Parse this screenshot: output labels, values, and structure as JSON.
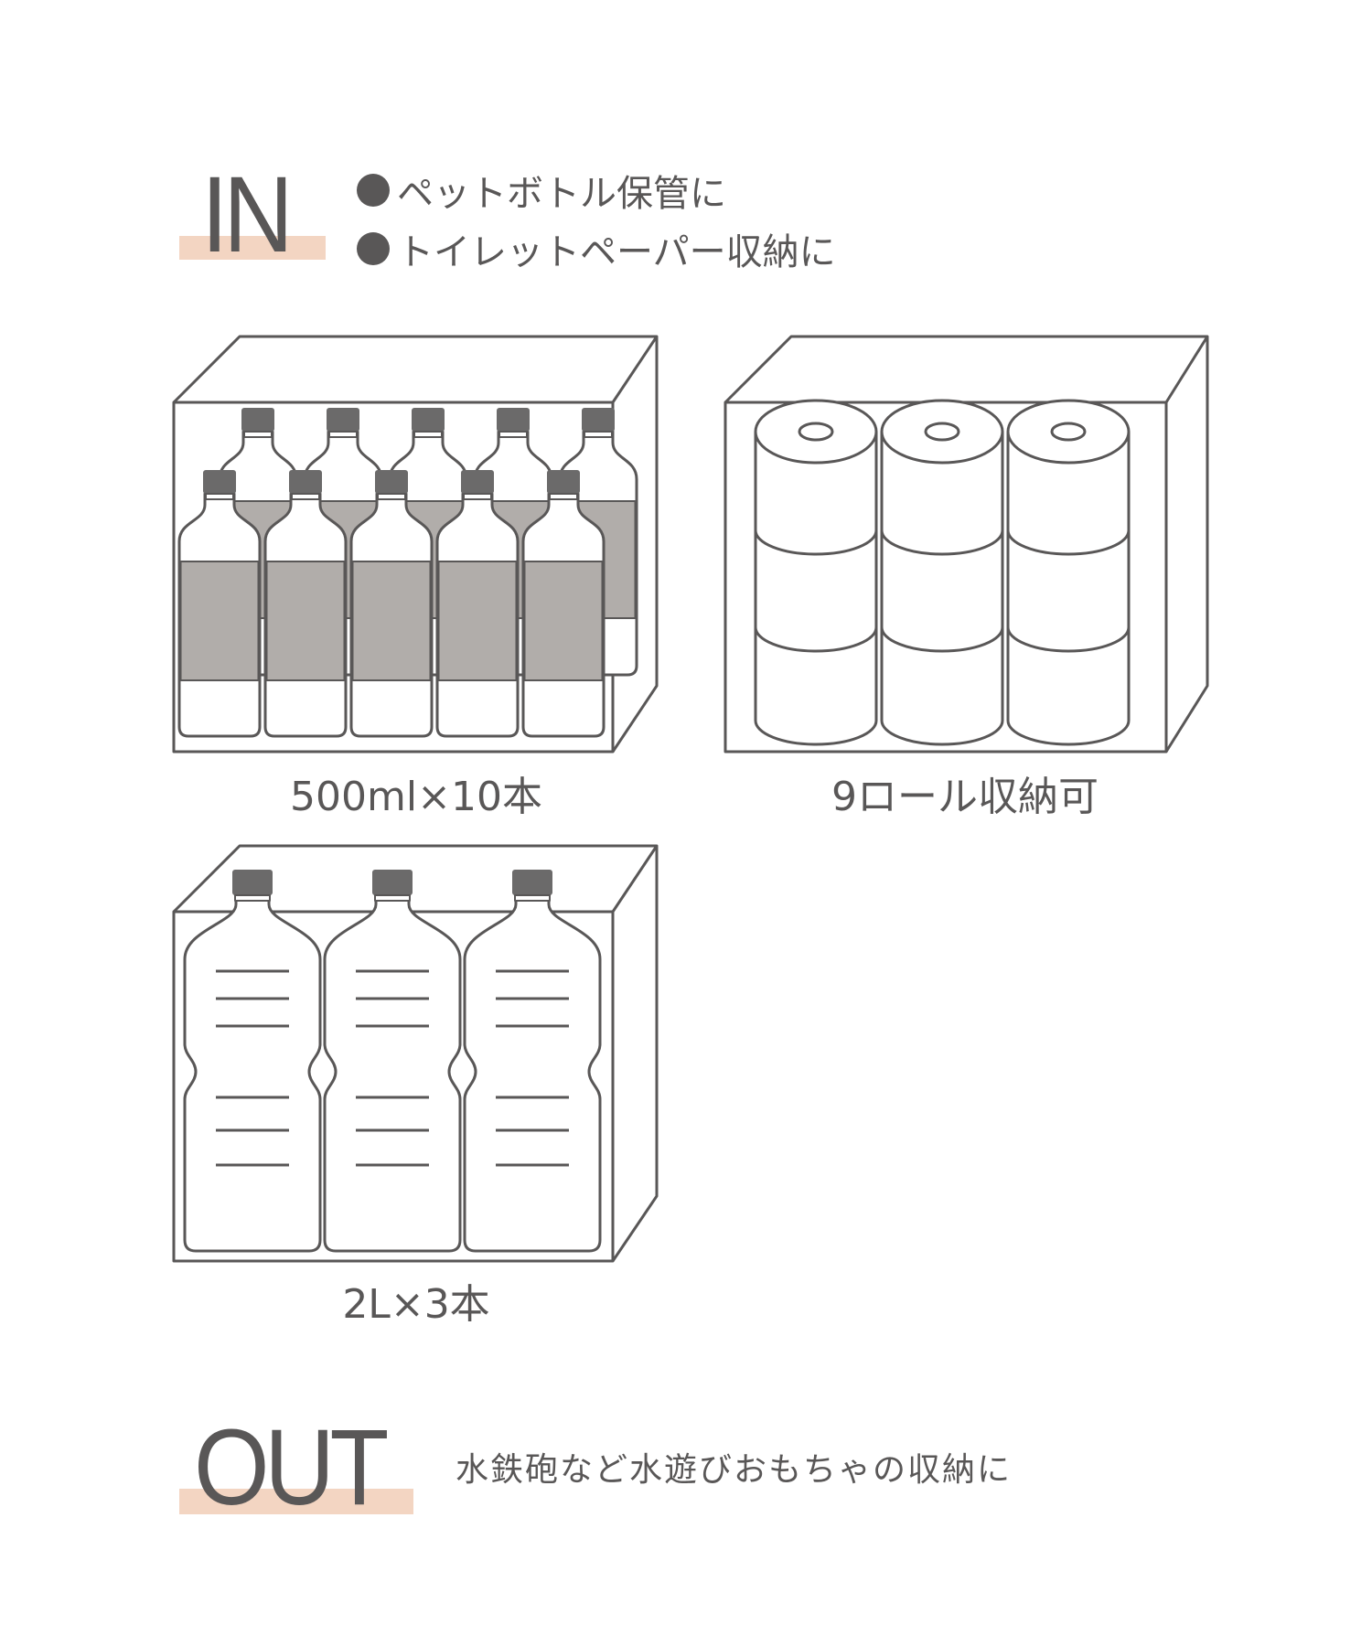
{
  "in_section": {
    "heading": "IN",
    "bullets": [
      "ペットボトル保管に",
      "トイレットペーパー収納に"
    ]
  },
  "captions": {
    "bottles_500ml": "500ml×10本",
    "toilet_rolls": "9ロール収納可",
    "bottles_2l": "2L×3本"
  },
  "out_section": {
    "heading": "OUT",
    "text": "水鉄砲など水遊びおもちゃの収納に"
  },
  "colors": {
    "line": "#595757",
    "label_fill": "#b1adaa",
    "cap_fill": "#6b6a6a",
    "accent_band": "#f3d5c2"
  }
}
